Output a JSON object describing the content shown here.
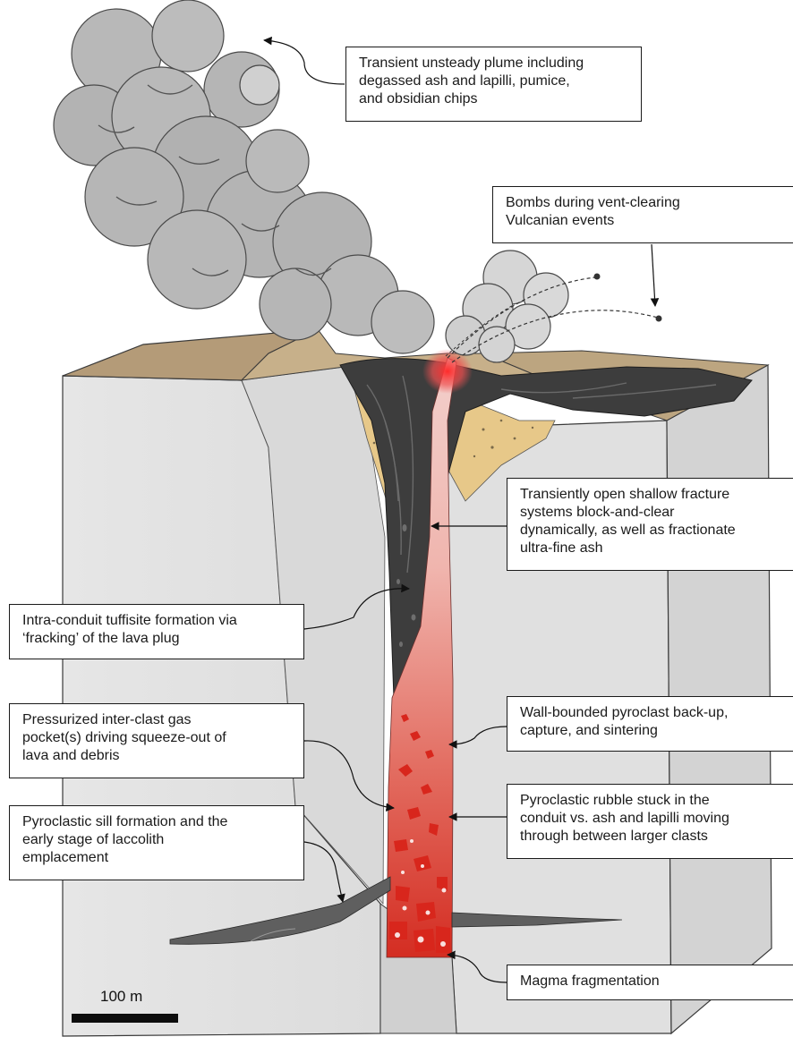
{
  "labels": {
    "plume": [
      "Transient unsteady plume including",
      "degassed ash and lapilli, pumice,",
      "and obsidian chips"
    ],
    "bombs": [
      "Bombs during vent-clearing",
      "Vulcanian events"
    ],
    "fracture": [
      "Transiently open shallow fracture",
      "systems block-and-clear",
      "dynamically, as well as fractionate",
      "ultra-fine ash"
    ],
    "tuffisite": [
      "Intra-conduit tuffisite formation via",
      "‘fracking’ of the lava plug"
    ],
    "pressurized": [
      "Pressurized inter-clast gas",
      "pocket(s) driving squeeze-out of",
      "lava and debris"
    ],
    "wall": [
      "Wall-bounded pyroclast back-up,",
      "capture, and sintering"
    ],
    "rubble": [
      "Pyroclastic rubble stuck in the",
      "conduit vs. ash and lapilli moving",
      "through between larger clasts"
    ],
    "sill": [
      "Pyroclastic sill formation and the",
      "early stage of laccolith",
      "emplacement"
    ],
    "fragmentation": [
      "Magma fragmentation"
    ]
  },
  "scale_bar": {
    "label": "100 m"
  },
  "colors": {
    "block_face": "#e3e3e3",
    "block_top": "#b39a76",
    "lava_plug": "#3c3c3c",
    "ash_fill": "#e6c686",
    "conduit_red": "#d83a2e",
    "conduit_pink": "#f4c9c4",
    "plume_gray": "#b4b4b4",
    "sill_dark": "#5f5f5f"
  }
}
